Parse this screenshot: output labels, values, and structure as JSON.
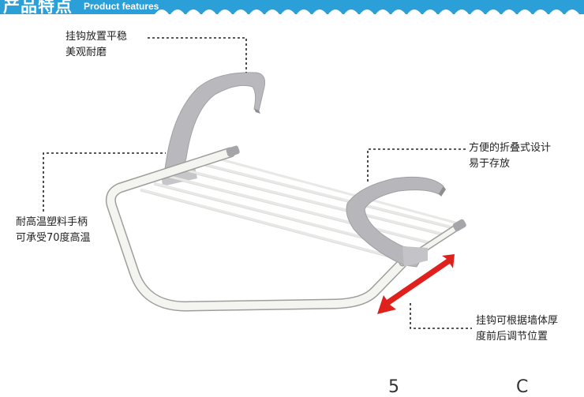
{
  "header": {
    "title": "产品特点",
    "subtitle": "Product features"
  },
  "callouts": {
    "hook": {
      "line1": "挂钩放置平稳",
      "line2": "美观耐磨"
    },
    "fold": {
      "line1": "方便的折叠式设计",
      "line2": "易于存放"
    },
    "handle": {
      "line1": "耐高温塑料手柄",
      "line2": "可承受70度高温"
    },
    "adjust": {
      "line1": "挂钩可根据墙体厚",
      "line2": "度前后调节位置"
    }
  },
  "bottom": {
    "glyph_left": "5",
    "glyph_right": "C"
  },
  "colors": {
    "header_blue": "#2a9fd8",
    "arrow_red": "#e0201c",
    "plastic_gray": "#b8b8bc",
    "frame_white": "#f2f2ee"
  }
}
